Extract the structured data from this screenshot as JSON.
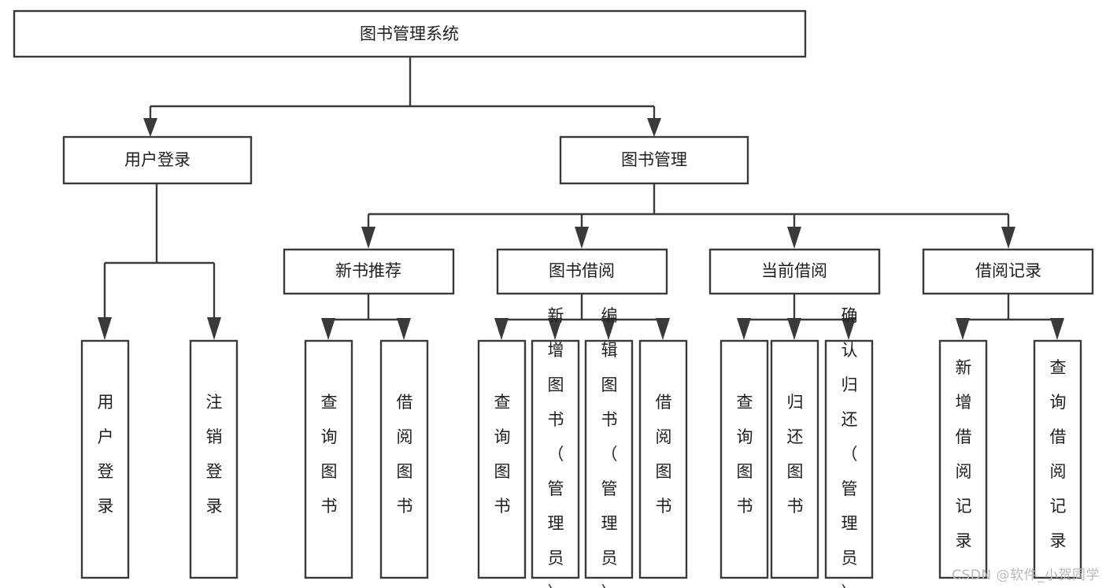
{
  "diagram": {
    "type": "hierarchy-tree",
    "title": "图书管理系统",
    "watermark": "CSDN @软件_小贺同学",
    "colors": {
      "stroke": "#3a3a3a",
      "fill": "#ffffff",
      "text": "#1f1f1f",
      "watermark": "#b9b9b9"
    },
    "nodes": {
      "root": {
        "label": "图书管理系统"
      },
      "level2": [
        {
          "label": "用户登录"
        },
        {
          "label": "图书管理"
        }
      ],
      "level3": [
        {
          "label": "新书推荐"
        },
        {
          "label": "图书借阅"
        },
        {
          "label": "当前借阅"
        },
        {
          "label": "借阅记录"
        }
      ],
      "leaves_user_login": [
        {
          "label": "用户登录"
        },
        {
          "label": "注销登录"
        }
      ],
      "leaves_new_books": [
        {
          "label": "查询图书"
        },
        {
          "label": "借阅图书"
        }
      ],
      "leaves_borrow": [
        {
          "label": "查询图书"
        },
        {
          "label": "新增图书（管理员）"
        },
        {
          "label": "编辑图书（管理员）"
        },
        {
          "label": "借阅图书"
        }
      ],
      "leaves_current": [
        {
          "label": "查询图书"
        },
        {
          "label": "归还图书"
        },
        {
          "label": "确认归还（管理员）"
        }
      ],
      "leaves_records": [
        {
          "label": "新增借阅记录"
        },
        {
          "label": "查询借阅记录"
        }
      ]
    }
  }
}
